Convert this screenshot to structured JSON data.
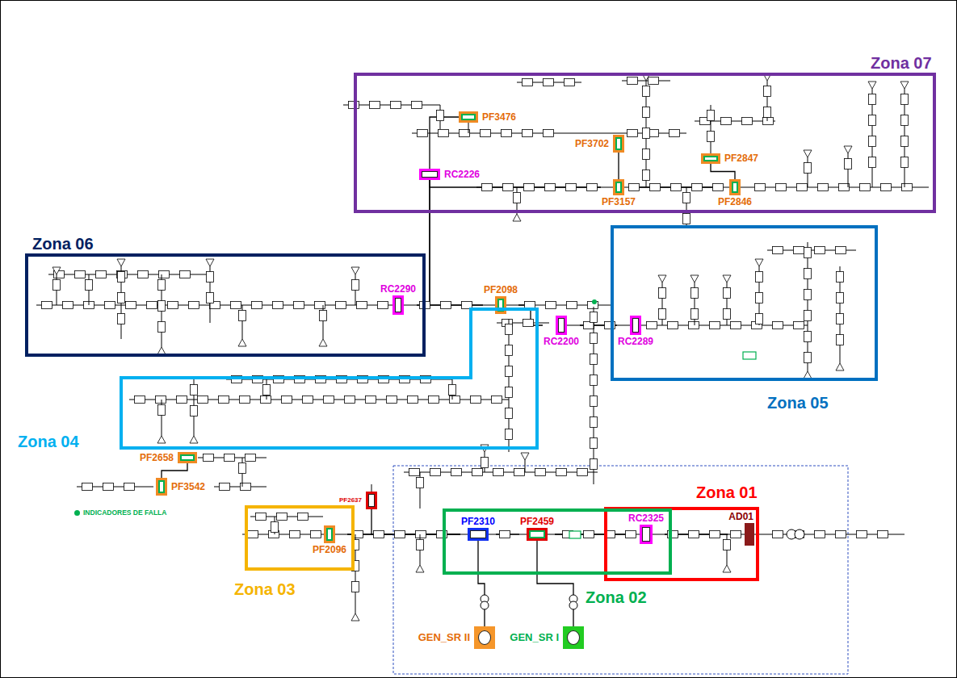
{
  "diagram": {
    "nodes": [
      {
        "text": [
          "Zona 07"
        ]
      },
      {
        "text": [
          "PF3476"
        ],
        "in": 0
      },
      {
        "text": [
          "PF3702"
        ],
        "in": 0
      },
      {
        "text": [
          "RC2226"
        ],
        "in": 0
      },
      {
        "text": [
          "PF2847"
        ],
        "in": 0
      },
      {
        "text": [
          "PF3157"
        ],
        "in": 0
      },
      {
        "text": [
          "PF2846"
        ],
        "in": 0
      },
      {
        "text": [
          "Zona 06"
        ]
      },
      {
        "text": [
          "RC2290"
        ],
        "in": 7
      },
      {
        "text": [
          "PF2098"
        ]
      },
      {
        "text": [
          "RC2200"
        ]
      },
      {
        "text": [
          "Zona 05"
        ]
      },
      {
        "text": [
          "RC2289"
        ],
        "in": 11
      },
      {
        "text": [
          "Zona 04"
        ]
      },
      {
        "text": [
          "PF2658"
        ]
      },
      {
        "text": [
          "PF3542"
        ]
      },
      {
        "text": [
          "PF2637"
        ]
      },
      {
        "text": [
          "Zona 01"
        ]
      },
      {
        "text": [
          "RC2325"
        ],
        "in": 17
      },
      {
        "text": [
          "AD01"
        ],
        "in": 17
      },
      {
        "text": [
          "Zona 03"
        ]
      },
      {
        "text": [
          "PF2096"
        ],
        "in": 20
      },
      {
        "text": [
          "Zona 02"
        ]
      },
      {
        "text": [
          "PF2310"
        ],
        "in": 22
      },
      {
        "text": [
          "PF2459"
        ],
        "in": 22
      },
      {
        "text": [
          "GEN_SR II"
        ]
      },
      {
        "text": [
          "GEN_SR I"
        ]
      }
    ],
    "edges": [
      {
        "from": 19,
        "to": 18,
        "arrow": "none"
      },
      {
        "from": 18,
        "to": 24,
        "arrow": "none"
      },
      {
        "from": 24,
        "to": 23,
        "arrow": "none"
      },
      {
        "from": 23,
        "to": 21,
        "arrow": "none"
      },
      {
        "from": 23,
        "to": 16,
        "arrow": "none"
      },
      {
        "from": 23,
        "to": 25,
        "arrow": "none"
      },
      {
        "from": 24,
        "to": 26,
        "arrow": "none"
      },
      {
        "from": 3,
        "to": 1,
        "arrow": "none"
      },
      {
        "from": 3,
        "to": 5,
        "arrow": "none"
      },
      {
        "from": 5,
        "to": 6,
        "arrow": "none"
      },
      {
        "from": 5,
        "to": 2,
        "arrow": "none"
      },
      {
        "from": 6,
        "to": 4,
        "arrow": "none"
      },
      {
        "from": 3,
        "to": 8,
        "arrow": "none"
      },
      {
        "from": 3,
        "to": 9,
        "arrow": "none"
      },
      {
        "from": 9,
        "to": 10,
        "arrow": "none"
      },
      {
        "from": 10,
        "to": 12,
        "arrow": "none"
      },
      {
        "from": 14,
        "to": 15,
        "arrow": "none"
      }
    ],
    "legend": [
      {
        "text": "INDICADORES DE FALLA",
        "color": "#00B050"
      }
    ]
  }
}
